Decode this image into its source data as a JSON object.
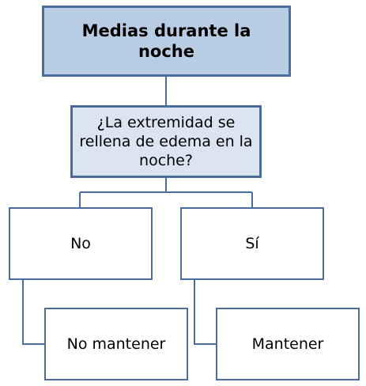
{
  "colors": {
    "border": "#4a6d9e",
    "title_fill": "#b8cce4",
    "question_fill": "#dbe5f1",
    "leaf_fill": "#ffffff"
  },
  "diagram": {
    "title": "Medias durante la noche",
    "question": "¿La extremidad se rellena de edema en la noche?",
    "branches": [
      {
        "answer": "No",
        "outcome": "No mantener"
      },
      {
        "answer": "Sí",
        "outcome": "Mantener"
      }
    ]
  }
}
